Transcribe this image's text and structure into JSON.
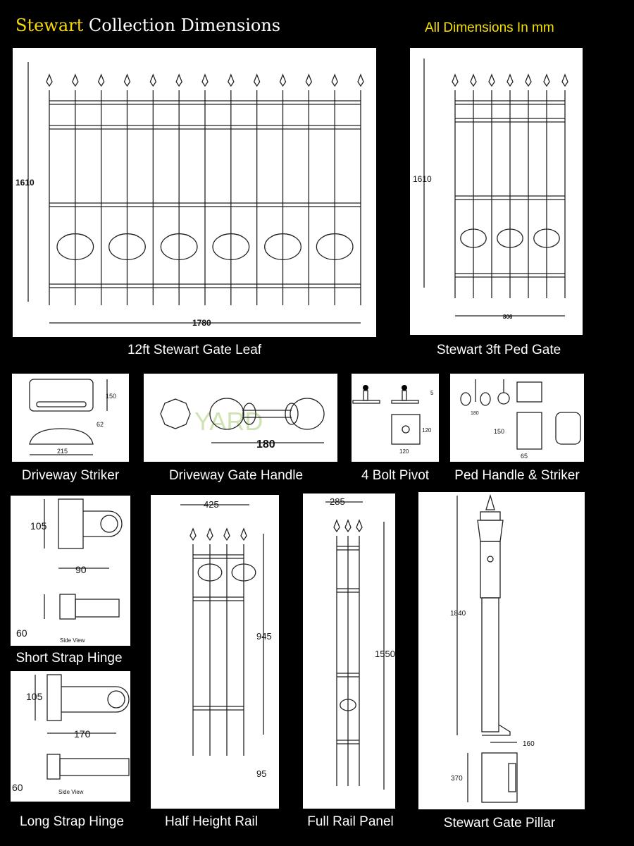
{
  "header": {
    "brand": "Stewart",
    "title": "Collection Dimensions",
    "units_note": "All Dimensions In mm",
    "brand_color": "#f5d90a"
  },
  "watermark": "YARD",
  "items": [
    {
      "caption": "12ft Stewart Gate Leaf",
      "dims": {
        "height": "1610",
        "width": "1780"
      }
    },
    {
      "caption": "Stewart 3ft Ped Gate",
      "dims": {
        "height": "1610",
        "width": "806"
      }
    },
    {
      "caption": "Driveway Striker",
      "dims": {
        "height": "150",
        "depth": "62",
        "width": "215"
      }
    },
    {
      "caption": "Driveway Gate Handle",
      "dims": {
        "length": "180"
      }
    },
    {
      "caption": "4 Bolt Pivot",
      "dims": {
        "thickness": "5",
        "height": "120",
        "width": "120"
      }
    },
    {
      "caption": "Ped Handle & Striker",
      "dims": {
        "handle": "180",
        "height": "150",
        "depth": "65"
      }
    },
    {
      "caption": "Short Strap Hinge",
      "dims": {
        "height": "105",
        "length": "90",
        "side": "60"
      },
      "side_label": "Side View"
    },
    {
      "caption": "Long Strap Hinge",
      "dims": {
        "height": "105",
        "length": "170",
        "side": "60"
      },
      "side_label": "Side View"
    },
    {
      "caption": "Half Height Rail",
      "dims": {
        "width": "425",
        "height": "945",
        "foot": "95"
      }
    },
    {
      "caption": "Full Rail Panel",
      "dims": {
        "width": "285",
        "height": "1550"
      }
    },
    {
      "caption": "Stewart Gate Pillar",
      "dims": {
        "height": "1840",
        "base": "160",
        "plate": "370"
      }
    }
  ]
}
